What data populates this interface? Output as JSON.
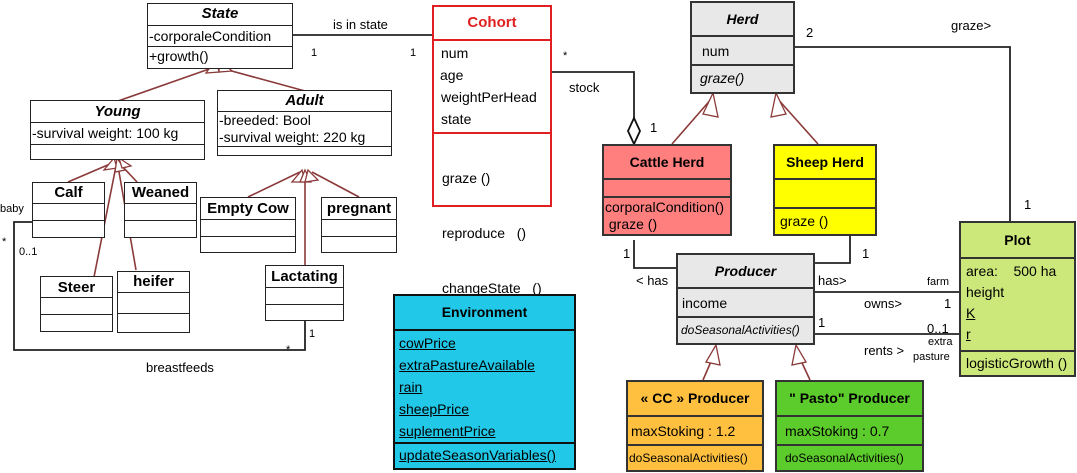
{
  "classes": {
    "state": {
      "name": "State",
      "attributes": [
        "-corporaleCondition"
      ],
      "methods": [
        "+growth()"
      ]
    },
    "young": {
      "name": "Young",
      "attributes": [
        "-survival weight: 100 kg"
      ],
      "methods": []
    },
    "adult": {
      "name": "Adult",
      "attributes": [
        "-breeded: Bool",
        "-survival weight: 220 kg"
      ],
      "methods": []
    },
    "calf": {
      "name": "Calf"
    },
    "weaned": {
      "name": "Weaned"
    },
    "steer": {
      "name": "Steer"
    },
    "heifer": {
      "name": "heifer"
    },
    "empty_cow": {
      "name": "Empty Cow"
    },
    "pregnant": {
      "name": "pregnant"
    },
    "lactating": {
      "name": "Lactating"
    },
    "cohort": {
      "name": "Cohort",
      "attributes": [
        "num",
        "age",
        "weightPerHead",
        "state"
      ],
      "methods": [
        "graze ()",
        "reproduce   ()",
        "changeState   ()"
      ],
      "color": "#e02020"
    },
    "herd": {
      "name": "Herd",
      "attributes": [
        "num"
      ],
      "methods": [
        "graze()"
      ],
      "color": "#e8e8e8"
    },
    "cattle_herd": {
      "name": "Cattle Herd",
      "attributes": [],
      "methods": [
        "corporalCondition()",
        " graze ()"
      ],
      "color": "#ff7f7f"
    },
    "sheep_herd": {
      "name": "Sheep Herd",
      "attributes": [],
      "methods": [
        "graze ()"
      ],
      "color": "#ffff00"
    },
    "producer": {
      "name": "Producer",
      "attributes": [
        "income"
      ],
      "methods": [
        "doSeasonalActivities()"
      ],
      "color": "#e8e8e8"
    },
    "cc_producer": {
      "name": "« CC » Producer",
      "attributes": [
        "maxStoking : 1.2"
      ],
      "methods": [
        "doSeasonalActivities()"
      ],
      "color": "#ffc040"
    },
    "pasto_producer": {
      "name": "\" Pasto\" Producer",
      "attributes": [
        "maxStoking : 0.7"
      ],
      "methods": [
        "doSeasonalActivities()"
      ],
      "color": "#5ccc2c"
    },
    "plot": {
      "name": "Plot",
      "attributes": [
        "area:    500 ha",
        "height",
        "K",
        "r"
      ],
      "methods": [
        "logisticGrowth ()"
      ],
      "color": "#cde87a"
    },
    "environment": {
      "name": "Environment",
      "attributes": [
        "cowPrice",
        "extraPastureAvailable",
        "rain",
        "sheepPrice",
        "suplementPrice"
      ],
      "methods": [
        "updateSeasonVariables()"
      ],
      "color": "#22c8e8"
    }
  },
  "associations": {
    "is_in_state": {
      "label": "is in state",
      "mult_state": "1",
      "mult_cohort": "1"
    },
    "stock": {
      "label": "stock",
      "mult_cohort": "*",
      "mult_herd": "1"
    },
    "graze": {
      "label": "graze>",
      "mult_herd": "2",
      "mult_plot": "1"
    },
    "has_cattle": {
      "label": "< has",
      "mult": "1"
    },
    "has_sheep": {
      "label": "has>",
      "mult": "1"
    },
    "owns": {
      "label": "owns>",
      "role": "farm",
      "mult_plot": "1",
      "mult_producer": "1"
    },
    "rents": {
      "label": "rents >",
      "role_line1": "extra",
      "role_line2": "pasture",
      "mult_plot": "0..1"
    },
    "breastfeeds": {
      "label": "breastfeeds",
      "role_baby": "baby",
      "mult_baby": "*",
      "mult_calf": "0..1",
      "mult_lactating": "1",
      "mult_star": "*"
    }
  }
}
